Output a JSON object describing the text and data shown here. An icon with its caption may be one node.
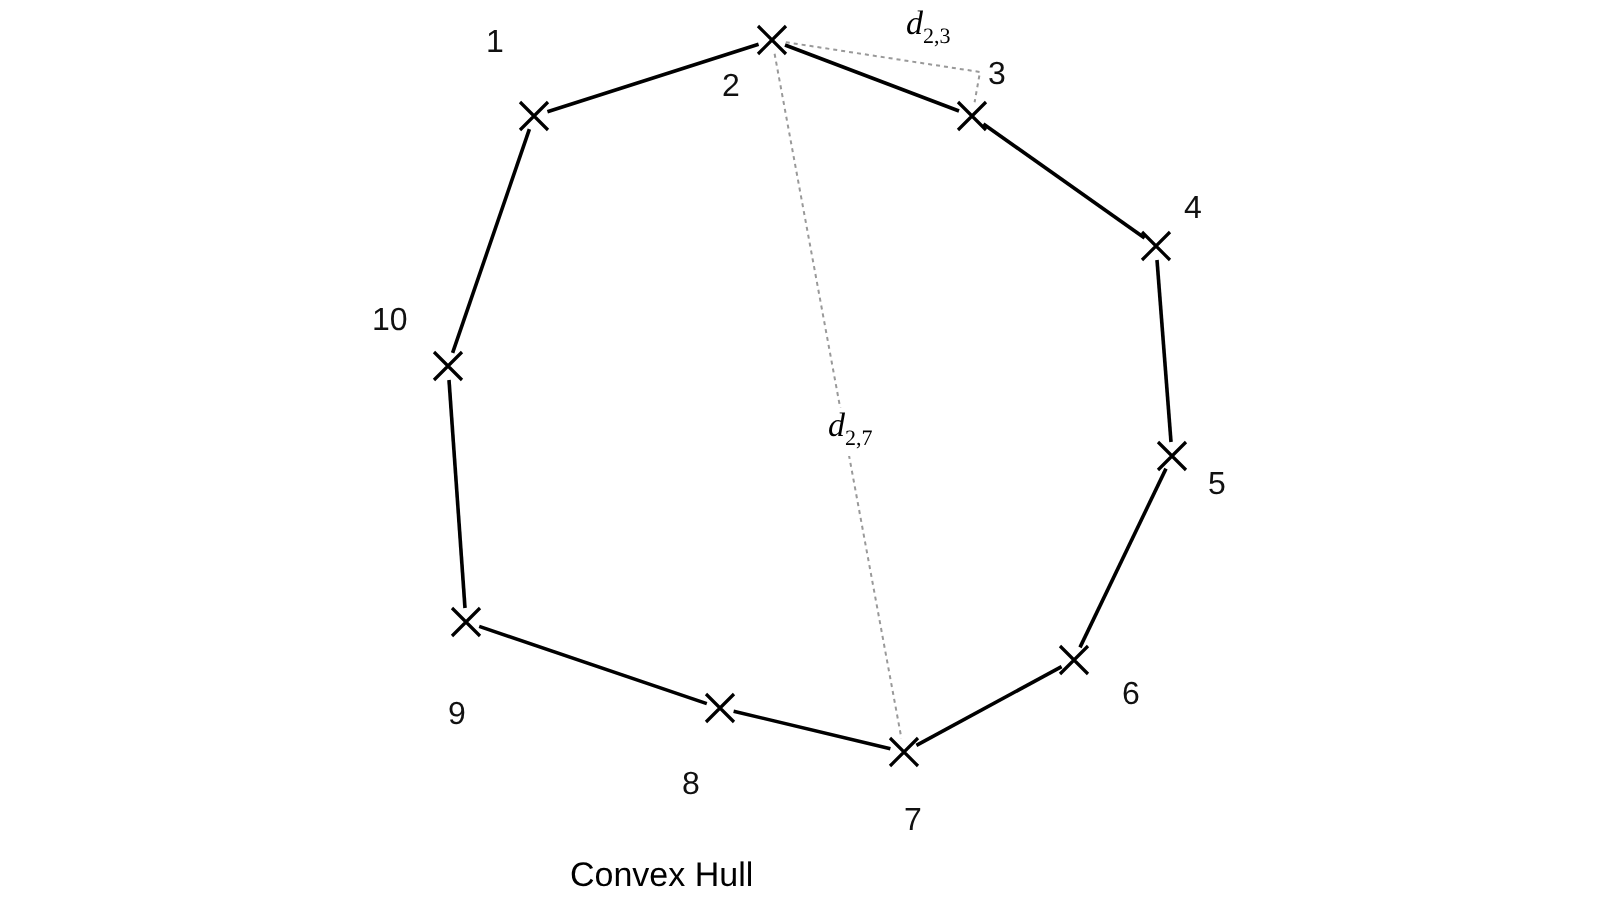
{
  "diagram": {
    "caption": "Convex Hull",
    "nodes": [
      {
        "text": [],
        "shape": "cross",
        "beside": [
          "1"
        ]
      },
      {
        "text": [],
        "shape": "cross",
        "beside": [
          "2"
        ]
      },
      {
        "text": [],
        "shape": "cross",
        "beside": [
          "3"
        ]
      },
      {
        "text": [],
        "shape": "cross",
        "beside": [
          "4"
        ]
      },
      {
        "text": [],
        "shape": "cross",
        "beside": [
          "5"
        ]
      },
      {
        "text": [],
        "shape": "cross",
        "beside": [
          "6"
        ]
      },
      {
        "text": [],
        "shape": "cross",
        "beside": [
          "7"
        ]
      },
      {
        "text": [],
        "shape": "cross",
        "beside": [
          "8"
        ]
      },
      {
        "text": [],
        "shape": "cross",
        "beside": [
          "9"
        ]
      },
      {
        "text": [],
        "shape": "cross",
        "beside": [
          "10"
        ]
      }
    ],
    "edges": [
      {
        "from": 0,
        "to": 1,
        "arrow": "none"
      },
      {
        "from": 1,
        "to": 2,
        "arrow": "none"
      },
      {
        "from": 2,
        "to": 3,
        "arrow": "none"
      },
      {
        "from": 3,
        "to": 4,
        "arrow": "none"
      },
      {
        "from": 4,
        "to": 5,
        "arrow": "none"
      },
      {
        "from": 5,
        "to": 6,
        "arrow": "none"
      },
      {
        "from": 6,
        "to": 7,
        "arrow": "none"
      },
      {
        "from": 7,
        "to": 8,
        "arrow": "none"
      },
      {
        "from": 8,
        "to": 9,
        "arrow": "none"
      },
      {
        "from": 9,
        "to": 0,
        "arrow": "none"
      },
      {
        "from": 1,
        "to": 2,
        "arrow": "none",
        "style": "dashed",
        "color": "#999999",
        "label": "*d*$_{2,3}$"
      },
      {
        "from": 1,
        "to": 6,
        "arrow": "none",
        "style": "dashed",
        "color": "#999999",
        "label": "*d*$_{2,7}$"
      }
    ]
  }
}
